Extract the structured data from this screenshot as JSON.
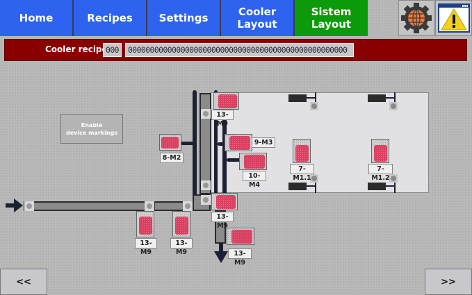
{
  "nav": {
    "home": "Home",
    "recipes": "Recipes",
    "settings": "Settings",
    "cooler_layout_line1": "Cooler",
    "cooler_layout_line2": "Layout",
    "sistem_layout_line1": "Sistem",
    "sistem_layout_line2": "Layout",
    "active": "Sistem Layout",
    "icons": [
      "globe-gear-icon",
      "warning-window-icon"
    ]
  },
  "recipe_bar": {
    "label": "Cooler recipe:",
    "number": "000",
    "name": "00000000000000000000000000000000000000000000000000"
  },
  "enable_markings": {
    "line1": "Enable",
    "line2": "device markings"
  },
  "devices": {
    "m_8_2": "8-M2",
    "m_9_3": "9-M3",
    "m_10_4": "10-M4",
    "m_13_9_top": "13-M9",
    "m_13_9_junction": "13-M9",
    "m_13_9_left1": "13-M9",
    "m_13_9_left2": "13-M9",
    "m_13_9_bottom": "13-M9",
    "m_7_1_1": "7-M1.1",
    "m_7_1_2": "7-M1.2"
  },
  "footer": {
    "prev": "<<",
    "next": ">>"
  },
  "colors": {
    "nav_blue": "#2e63f0",
    "nav_active_green": "#0a9a0a",
    "recipe_bar_red": "#8a0000",
    "motor_red": "#d94060"
  }
}
